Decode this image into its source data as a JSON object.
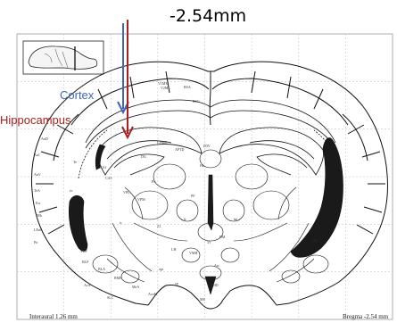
{
  "title": "-2.54mm",
  "annotations": {
    "cortex": {
      "label": "Cortex",
      "color": "#3f66b8"
    },
    "hippocampus": {
      "label": "Hippocampus",
      "color": "#a8211c"
    }
  },
  "footer": {
    "interaural": "Interaural 1.26 mm",
    "bregma": "Bregma -2.54 mm"
  },
  "colors": {
    "outline": "#111111",
    "ventricle_fill": "#1a1a1a",
    "grid": "#c8c8c8"
  },
  "region_labels": {
    "v2ml": "V2ML",
    "v1mm": "V1MM",
    "rsa": "RSA",
    "rsg": "RSG",
    "aud": "AuD",
    "au1": "Au1",
    "auv": "AuV",
    "tea": "TeA",
    "ect": "Ect",
    "prh": "PRh",
    "lent": "LEnt",
    "pir": "Pir",
    "ca1": "CA1",
    "ca3": "CA3",
    "dg": "DG",
    "lv": "LV",
    "d3v": "D3V",
    "lpmr": "LPMR",
    "ampd": "APTD",
    "vpm": "VPM",
    "vpl": "VPL",
    "zi": "ZI",
    "pf": "PF",
    "fr": "fr",
    "mt": "mt",
    "3v": "3V",
    "dm": "DM",
    "vmh": "VMH",
    "arc": "Arc",
    "me": "ME",
    "blp": "BLP",
    "bla": "BLA",
    "bmp": "BMP",
    "mea": "MeA",
    "ot": "opt",
    "cp": "cp",
    "ic": "ic",
    "ec": "ec",
    "hb": "Hb",
    "po": "Po",
    "lh": "LH",
    "ac": "AcA",
    "vlp": "VLP",
    "slc": "SLC",
    "pmd": "PMD",
    "aoa": "AcoM",
    "te": "Te"
  },
  "icons": {
    "inset": "sagittal-brain-inset-icon"
  }
}
